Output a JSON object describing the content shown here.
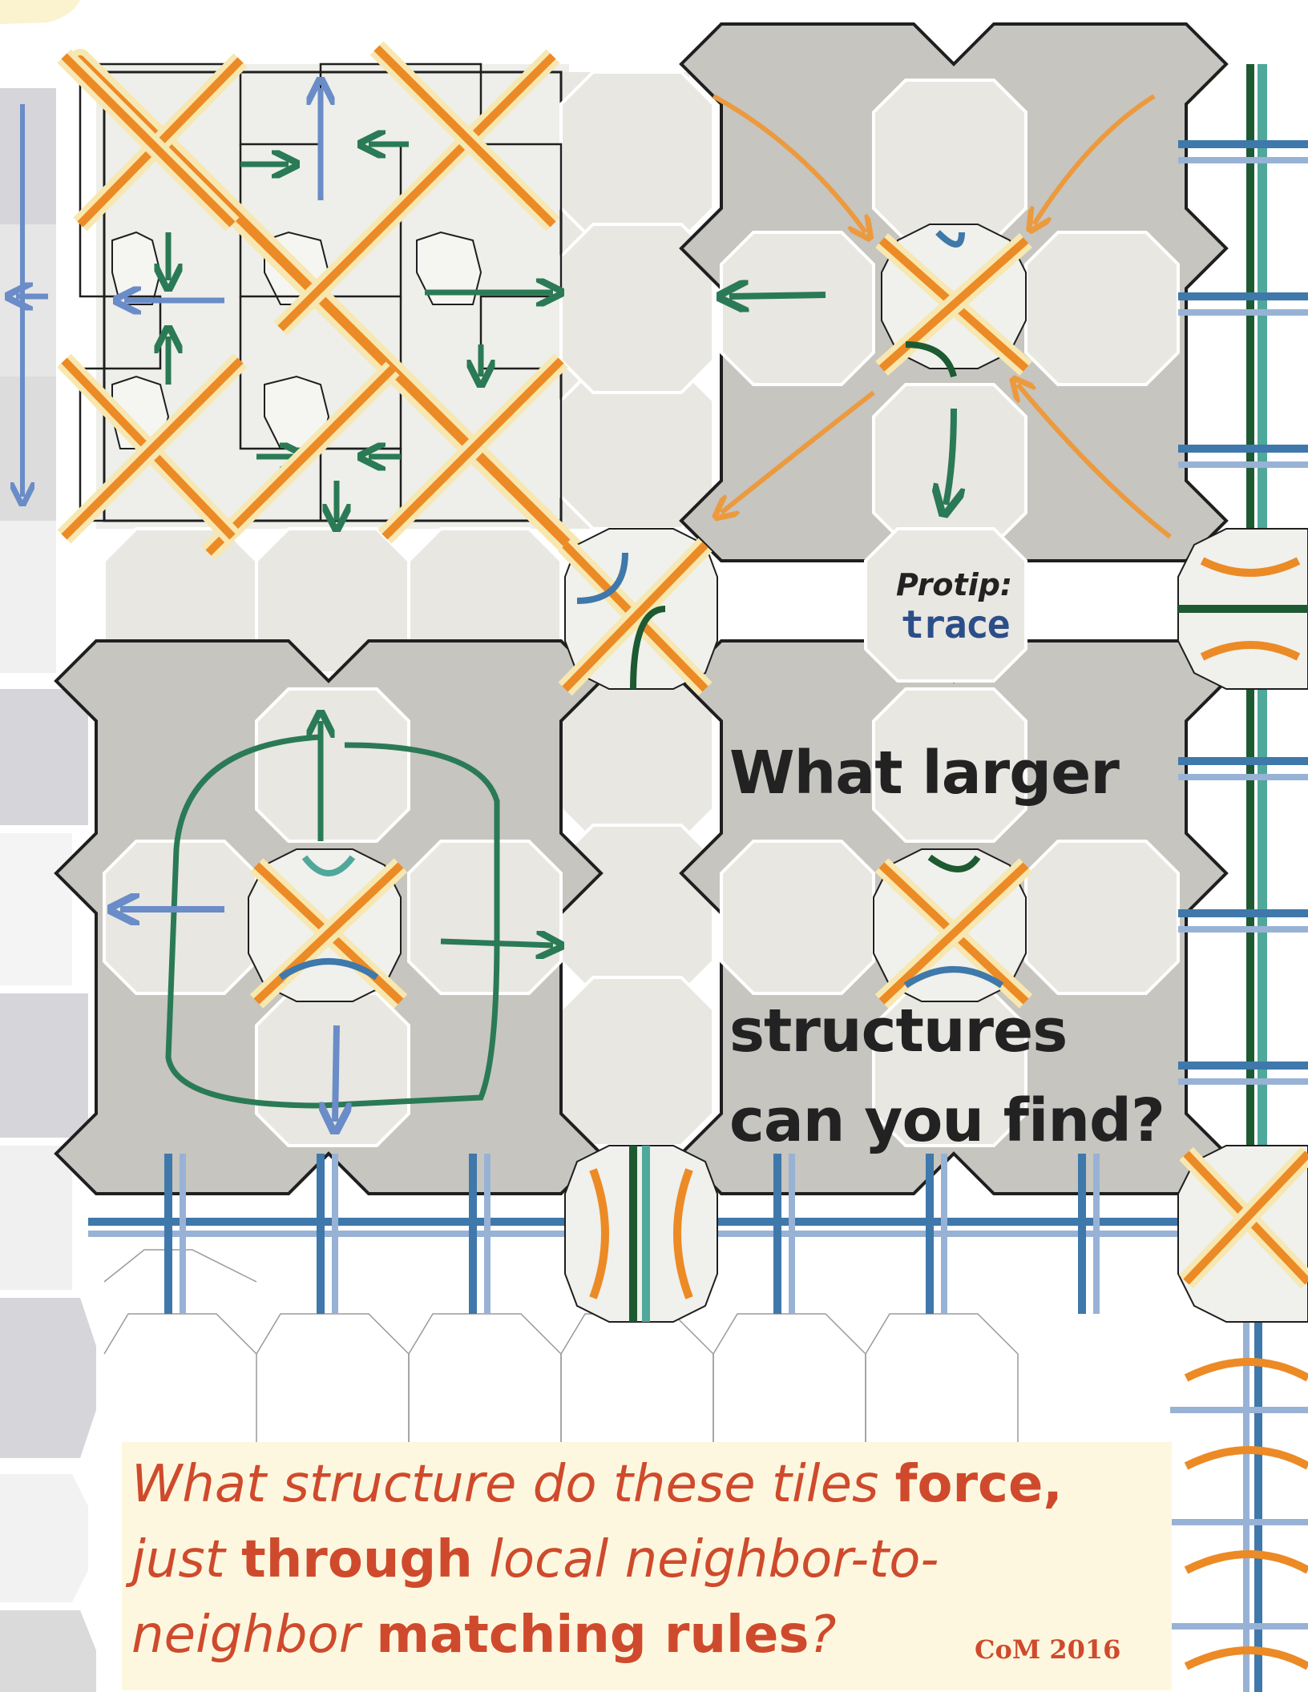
{
  "protip": {
    "label": "Protip:",
    "hint": "trace"
  },
  "question_block": {
    "line1": "What larger",
    "line2": "structures",
    "line3": "can you find?"
  },
  "caption": {
    "line1_italic": "What structure do these tiles ",
    "line1_bold": "force,",
    "line2_italic_a": "just ",
    "line2_bold": "through",
    "line2_italic_b": " local neighbor-to-",
    "line3_italic": "neighbor ",
    "line3_bold": "matching rules",
    "line3_end": "?"
  },
  "credit": "CoM 2016",
  "colors": {
    "tile_dark": "#c6c5c0",
    "tile_light": "#e8e7e2",
    "tile_pale": "#f2f2ee",
    "outline": "#1f1f1f",
    "orange": "#ec8a25",
    "cream": "#f7e7b0",
    "blue": "#3f78aa",
    "light_blue": "#98b2d6",
    "dark_green": "#1d5a32",
    "teal": "#4fa89a",
    "arrow_green": "#2a7a55",
    "arrow_blue": "#6a8cc8",
    "arrow_orange": "#ec9a3e",
    "caption_red": "#cf4a2c",
    "caption_bg": "#fdf7df"
  }
}
